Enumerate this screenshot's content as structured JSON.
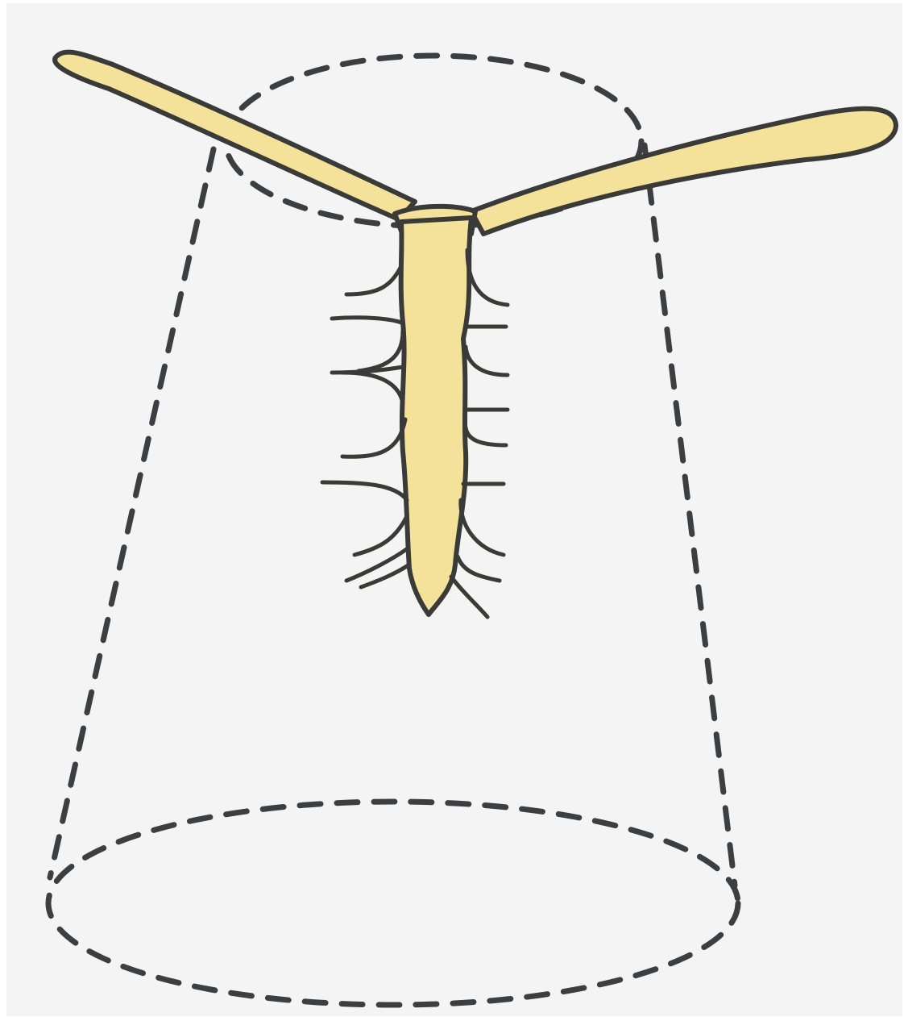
{
  "colors": {
    "background": "#f4f4f5",
    "page_edge": "#ffffff",
    "outline": "#3c3e3f",
    "plant_fill": "#f5e29a",
    "plant_stroke": "#3a3b38"
  },
  "parts": {
    "cup_outline": "dashed-cup-icon",
    "seedling": "seedling-icon",
    "left_cotyledon": "left-cotyledon",
    "right_cotyledon": "right-cotyledon",
    "root_hairs": "root-hairs"
  }
}
